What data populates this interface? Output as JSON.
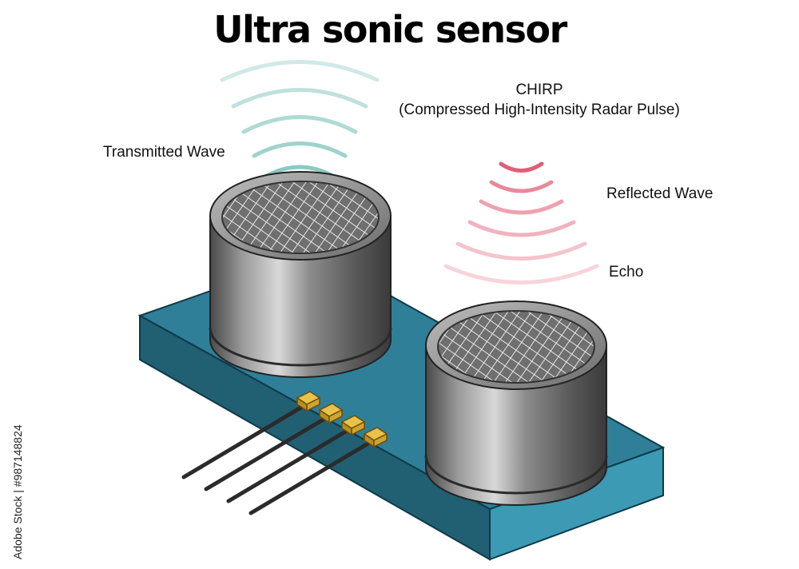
{
  "title": "Ultra sonic sensor",
  "labels": {
    "chirp_line1": "CHIRP",
    "chirp_line2": "(Compressed High-Intensity Radar Pulse)",
    "transmitted": "Transmitted Wave",
    "reflected": "Reflected Wave",
    "echo": "Echo"
  },
  "watermark": "Adobe Stock | #987148824",
  "colors": {
    "board": "#2f7f98",
    "transmit_wave": "#2a9d8f",
    "echo_wave": "#e05570",
    "pin_header": "#e8c24a"
  }
}
